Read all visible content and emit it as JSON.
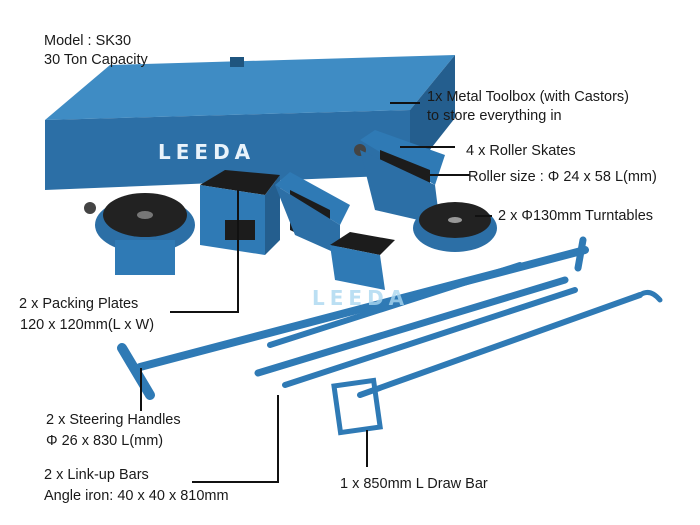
{
  "header": {
    "model": "Model : SK30",
    "capacity": "30 Ton Capacity"
  },
  "watermark": "LEEDA",
  "labels": {
    "toolbox_line1": "1x Metal Toolbox (with Castors)",
    "toolbox_line2": "to store everything in",
    "skates": "4 x Roller Skates",
    "roller_size": "Roller size : Φ 24 x 58 L(mm)",
    "turntables": "2 x Φ130mm Turntables",
    "plates_line1": "2 x Packing Plates",
    "plates_line2": "120 x 120mm(L x W)",
    "handles_line1": "2 x Steering Handles",
    "handles_line2": "Φ 26 x 830 L(mm)",
    "linkup_line1": "2 x Link-up Bars",
    "linkup_line2": "Angle iron: 40 x 40 x 810mm",
    "drawbar": "1 x 850mm L Draw Bar"
  },
  "colors": {
    "equipment_blue": "#2f7ab5",
    "rubber_black": "#1c1c1c"
  }
}
